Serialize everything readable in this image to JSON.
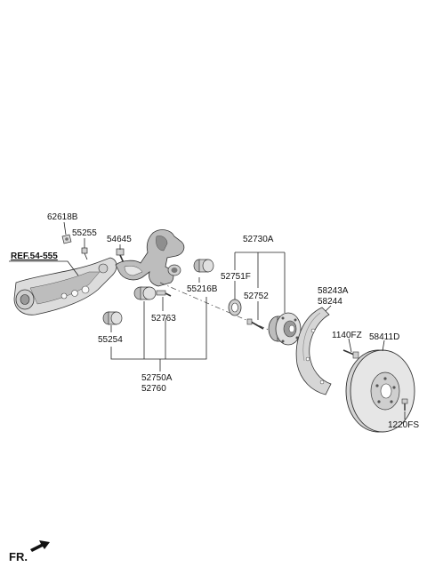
{
  "diagram": {
    "part_labels": {
      "p62618B": "62618B",
      "p55255": "55255",
      "p54645": "54645",
      "ref": "REF.54-555",
      "p52730A": "52730A",
      "p52751F": "52751F",
      "p52752": "52752",
      "p55216B": "55216B",
      "p52763": "52763",
      "p55254": "55254",
      "p58243A": "58243A",
      "p58244": "58244",
      "p1140FZ": "1140FZ",
      "p58411D": "58411D",
      "p52750A": "52750A",
      "p52760": "52760",
      "p1220FS": "1220FS"
    },
    "direction_label": "FR."
  },
  "colors": {
    "line": "#222222",
    "part_fill": "#e4e4e4",
    "part_shade": "#9a9a9a",
    "text": "#111111"
  }
}
